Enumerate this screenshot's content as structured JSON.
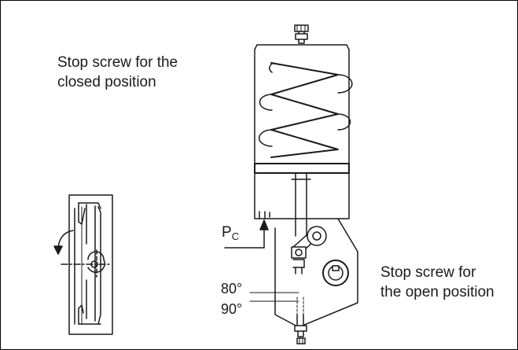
{
  "labels": {
    "closed_stop": "Stop screw for the\nclosed position",
    "open_stop": "Stop screw for\nthe open position"
  },
  "angles": {
    "a80": "80°",
    "a90": "90°"
  },
  "pressure": {
    "symbol": "P",
    "subscript": "C"
  },
  "colors": {
    "ink": "#1a1a1a",
    "background": "#ffffff"
  }
}
